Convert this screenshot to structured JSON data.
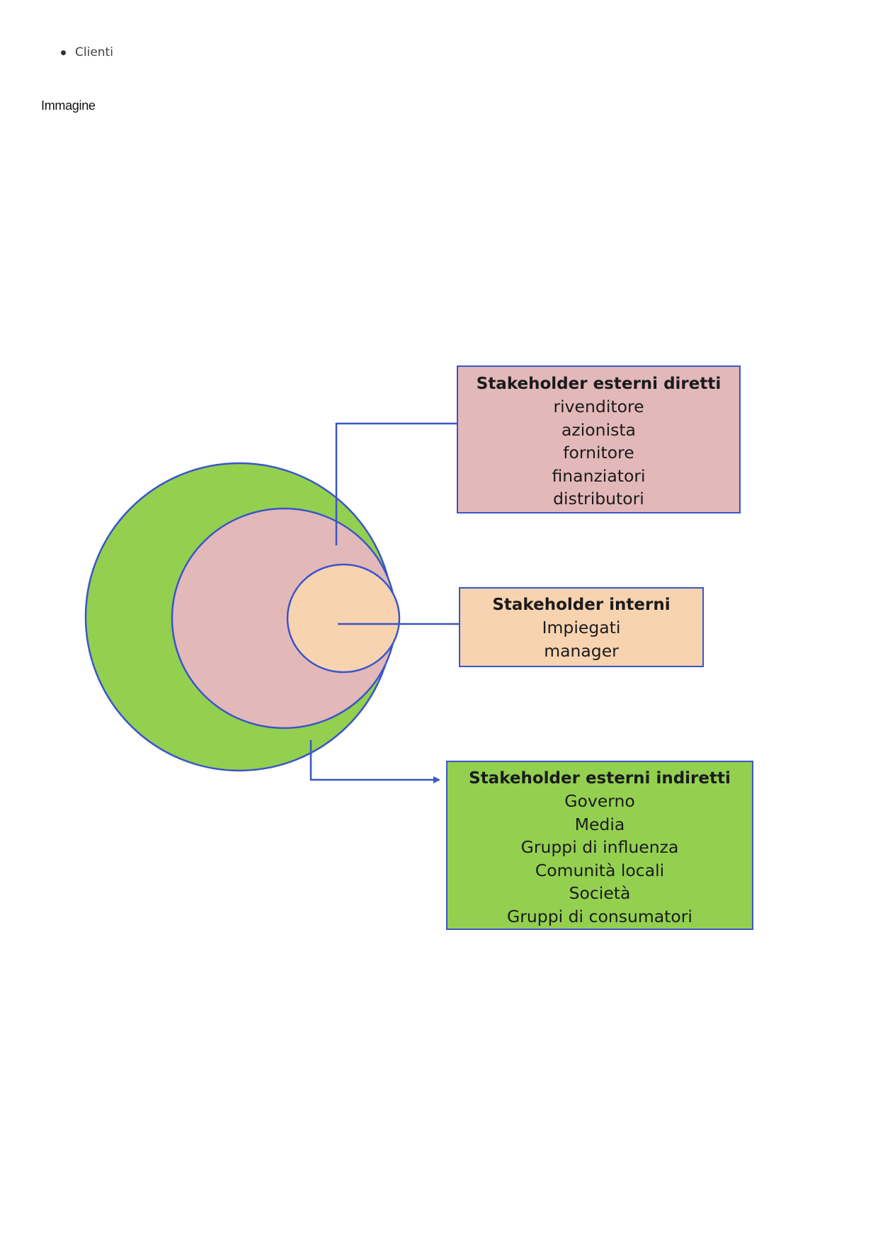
{
  "document": {
    "bullets": [
      "Clienti"
    ],
    "caption": "Immagine"
  },
  "diagram": {
    "colors": {
      "outer_circle": "#93d050",
      "middle_circle": "#e3b8b9",
      "inner_circle": "#f8d3b0",
      "outline": "#3a55c8"
    },
    "boxes": {
      "direct": {
        "title": "Stakeholder esterni diretti",
        "items": [
          "rivenditore",
          "azionista",
          "fornitore",
          "finanziatori",
          "distributori"
        ]
      },
      "internal": {
        "title": "Stakeholder interni",
        "items": [
          "Impiegati",
          "manager"
        ]
      },
      "indirect": {
        "title": "Stakeholder esterni indiretti",
        "items": [
          "Governo",
          "Media",
          "Gruppi di influenza",
          "Comunità locali",
          "Società",
          "Gruppi di consumatori"
        ]
      }
    }
  }
}
